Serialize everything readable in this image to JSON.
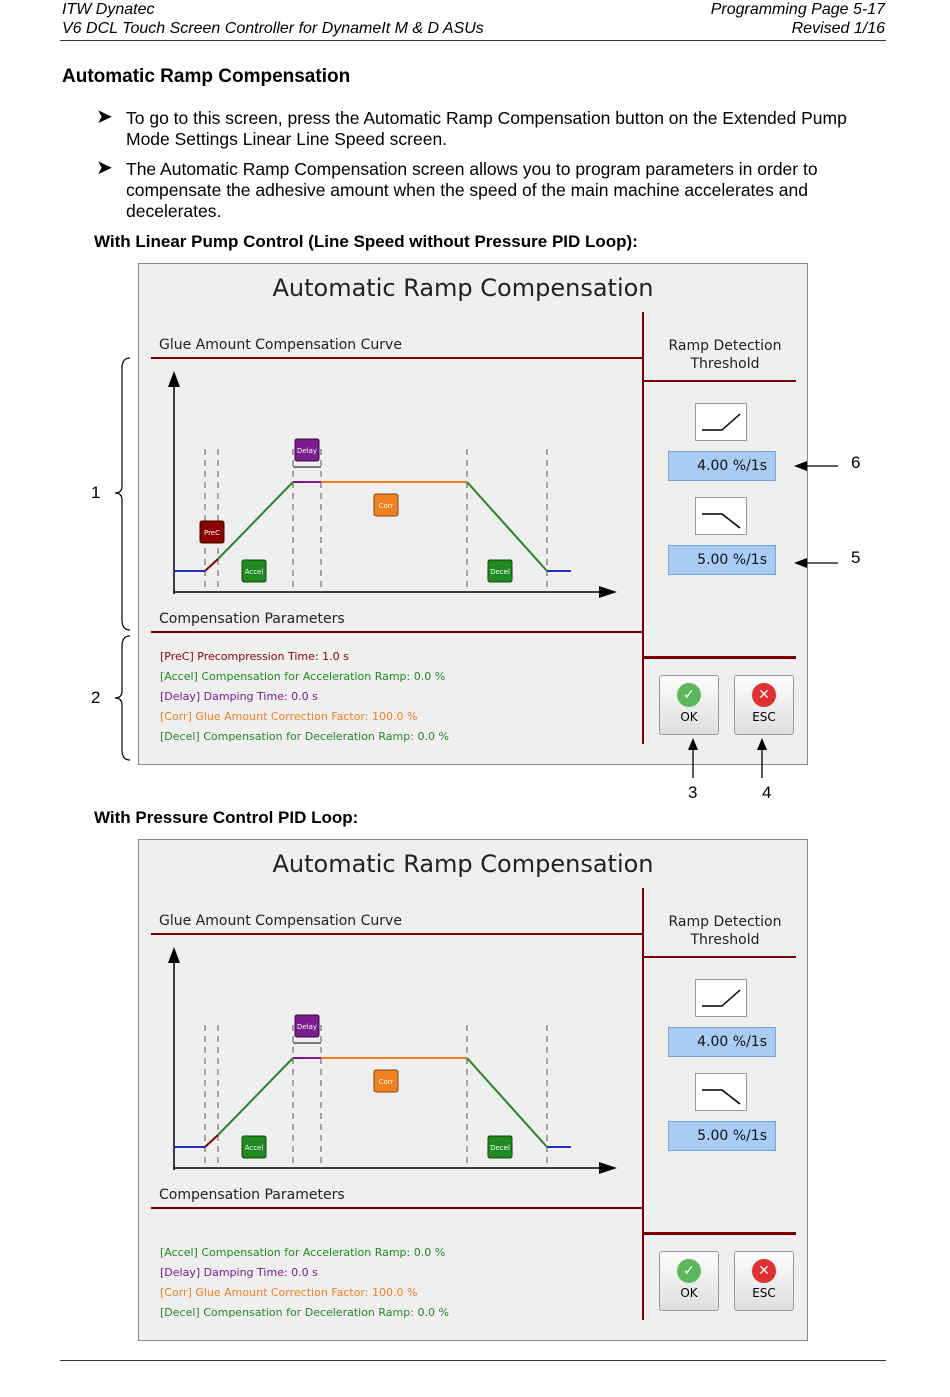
{
  "header": {
    "company": "ITW Dynatec",
    "doc_title": "V6 DCL Touch Screen Controller for DynameIt M & D ASUs",
    "page": "Programming Page 5-17",
    "revised": "Revised 1/16"
  },
  "section_title": "Automatic Ramp Compensation",
  "bullets": [
    "To go to this screen, press the Automatic Ramp Compensation button on the Extended Pump Mode Settings Linear Line Speed screen.",
    "The Automatic Ramp Compensation screen allows you to program parameters in order to compensate the adhesive amount when the speed of the main machine accelerates and decelerates."
  ],
  "screens": [
    {
      "subtitle": "With Linear Pump Control (Line Speed without Pressure PID Loop):",
      "title": "Automatic Ramp Compensation",
      "curve_label": "Glue Amount Compensation Curve",
      "params_label": "Compensation Parameters",
      "threshold_label_1": "Ramp Detection",
      "threshold_label_2": "Threshold",
      "accel_threshold": "4.00 %/1s",
      "decel_threshold": "5.00 %/1s",
      "chips": {
        "prec": "PreC",
        "accel": "Accel",
        "delay": "Delay",
        "corr": "Corr",
        "decel": "Decel"
      },
      "params": [
        "[PreC] Precompression Time: 1.0 s",
        "[Accel] Compensation for Acceleration Ramp: 0.0 %",
        "[Delay] Damping Time: 0.0 s",
        "[Corr] Glue Amount Correction Factor: 100.0 %",
        "[Decel] Compensation for Deceleration Ramp: 0.0 %"
      ],
      "ok_label": "OK",
      "esc_label": "ESC"
    },
    {
      "subtitle": "With Pressure Control PID Loop:",
      "title": "Automatic Ramp Compensation",
      "curve_label": "Glue Amount Compensation Curve",
      "params_label": "Compensation Parameters",
      "threshold_label_1": "Ramp Detection",
      "threshold_label_2": "Threshold",
      "accel_threshold": "4.00 %/1s",
      "decel_threshold": "5.00 %/1s",
      "chips": {
        "accel": "Accel",
        "delay": "Delay",
        "corr": "Corr",
        "decel": "Decel"
      },
      "params": [
        "[Accel] Compensation for Acceleration Ramp: 0.0 %",
        "[Delay] Damping Time: 0.0 s",
        "[Corr] Glue Amount Correction Factor: 100.0 %",
        "[Decel] Compensation for Deceleration Ramp: 0.0 %"
      ],
      "ok_label": "OK",
      "esc_label": "ESC"
    }
  ],
  "callouts": [
    "1",
    "2",
    "3",
    "4",
    "5",
    "6"
  ],
  "colors": {
    "prec": "#8b0000",
    "accel": "#1f8a1f",
    "delay": "#7a1b8e",
    "corr": "#f08020",
    "decel": "#1f8a1f",
    "divider": "#7a0000",
    "input": "#a9cdf2"
  }
}
